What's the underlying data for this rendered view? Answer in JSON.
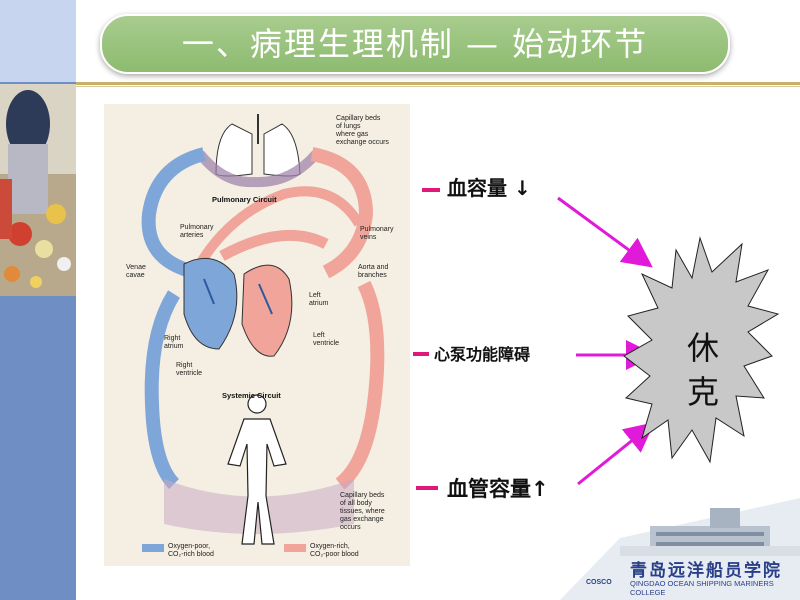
{
  "title": "一、病理生理机制 — 始动环节",
  "diagram": {
    "pulmonary_circuit": "Pulmonary Circuit",
    "systemic_circuit": "Systemic Circuit",
    "capillary_lungs": [
      "Capillary beds",
      "of lungs",
      "where gas",
      "exchange occurs"
    ],
    "pulmonary_arteries": [
      "Pulmonary",
      "arteries"
    ],
    "pulmonary_veins": [
      "Pulmonary",
      "veins"
    ],
    "venae_cavae": [
      "Venae",
      "cavae"
    ],
    "aorta": [
      "Aorta and",
      "branches"
    ],
    "left_atrium": [
      "Left",
      "atrium"
    ],
    "left_ventricle": [
      "Left",
      "ventricle"
    ],
    "right_atrium": [
      "Right",
      "atrium"
    ],
    "right_ventricle": [
      "Right",
      "ventricle"
    ],
    "capillary_body": [
      "Capillary beds",
      "of all body",
      "tissues, where",
      "gas exchange",
      "occurs"
    ],
    "legend_poor": [
      "Oxygen-poor,",
      "CO₂-rich blood"
    ],
    "legend_rich": [
      "Oxygen-rich,",
      "CO₂-poor blood"
    ]
  },
  "causes": {
    "blood_volume": "血容量 ↓",
    "pump_failure": "心泵功能障碍",
    "vessel_capacity": "血管容量↑"
  },
  "result": [
    "休",
    "克"
  ],
  "logo": {
    "cn": "青岛远洋船员学院",
    "en": "QINGDAO OCEAN SHIPPING MARINERS COLLEGE",
    "brand": "COSCO"
  },
  "colors": {
    "title_bg": "#8dbb70",
    "accent_arrow": "#e0187a",
    "oxygen_poor": "#7fa6d8",
    "oxygen_rich": "#f0a49a",
    "burst_fill": "#c8c8c8"
  }
}
